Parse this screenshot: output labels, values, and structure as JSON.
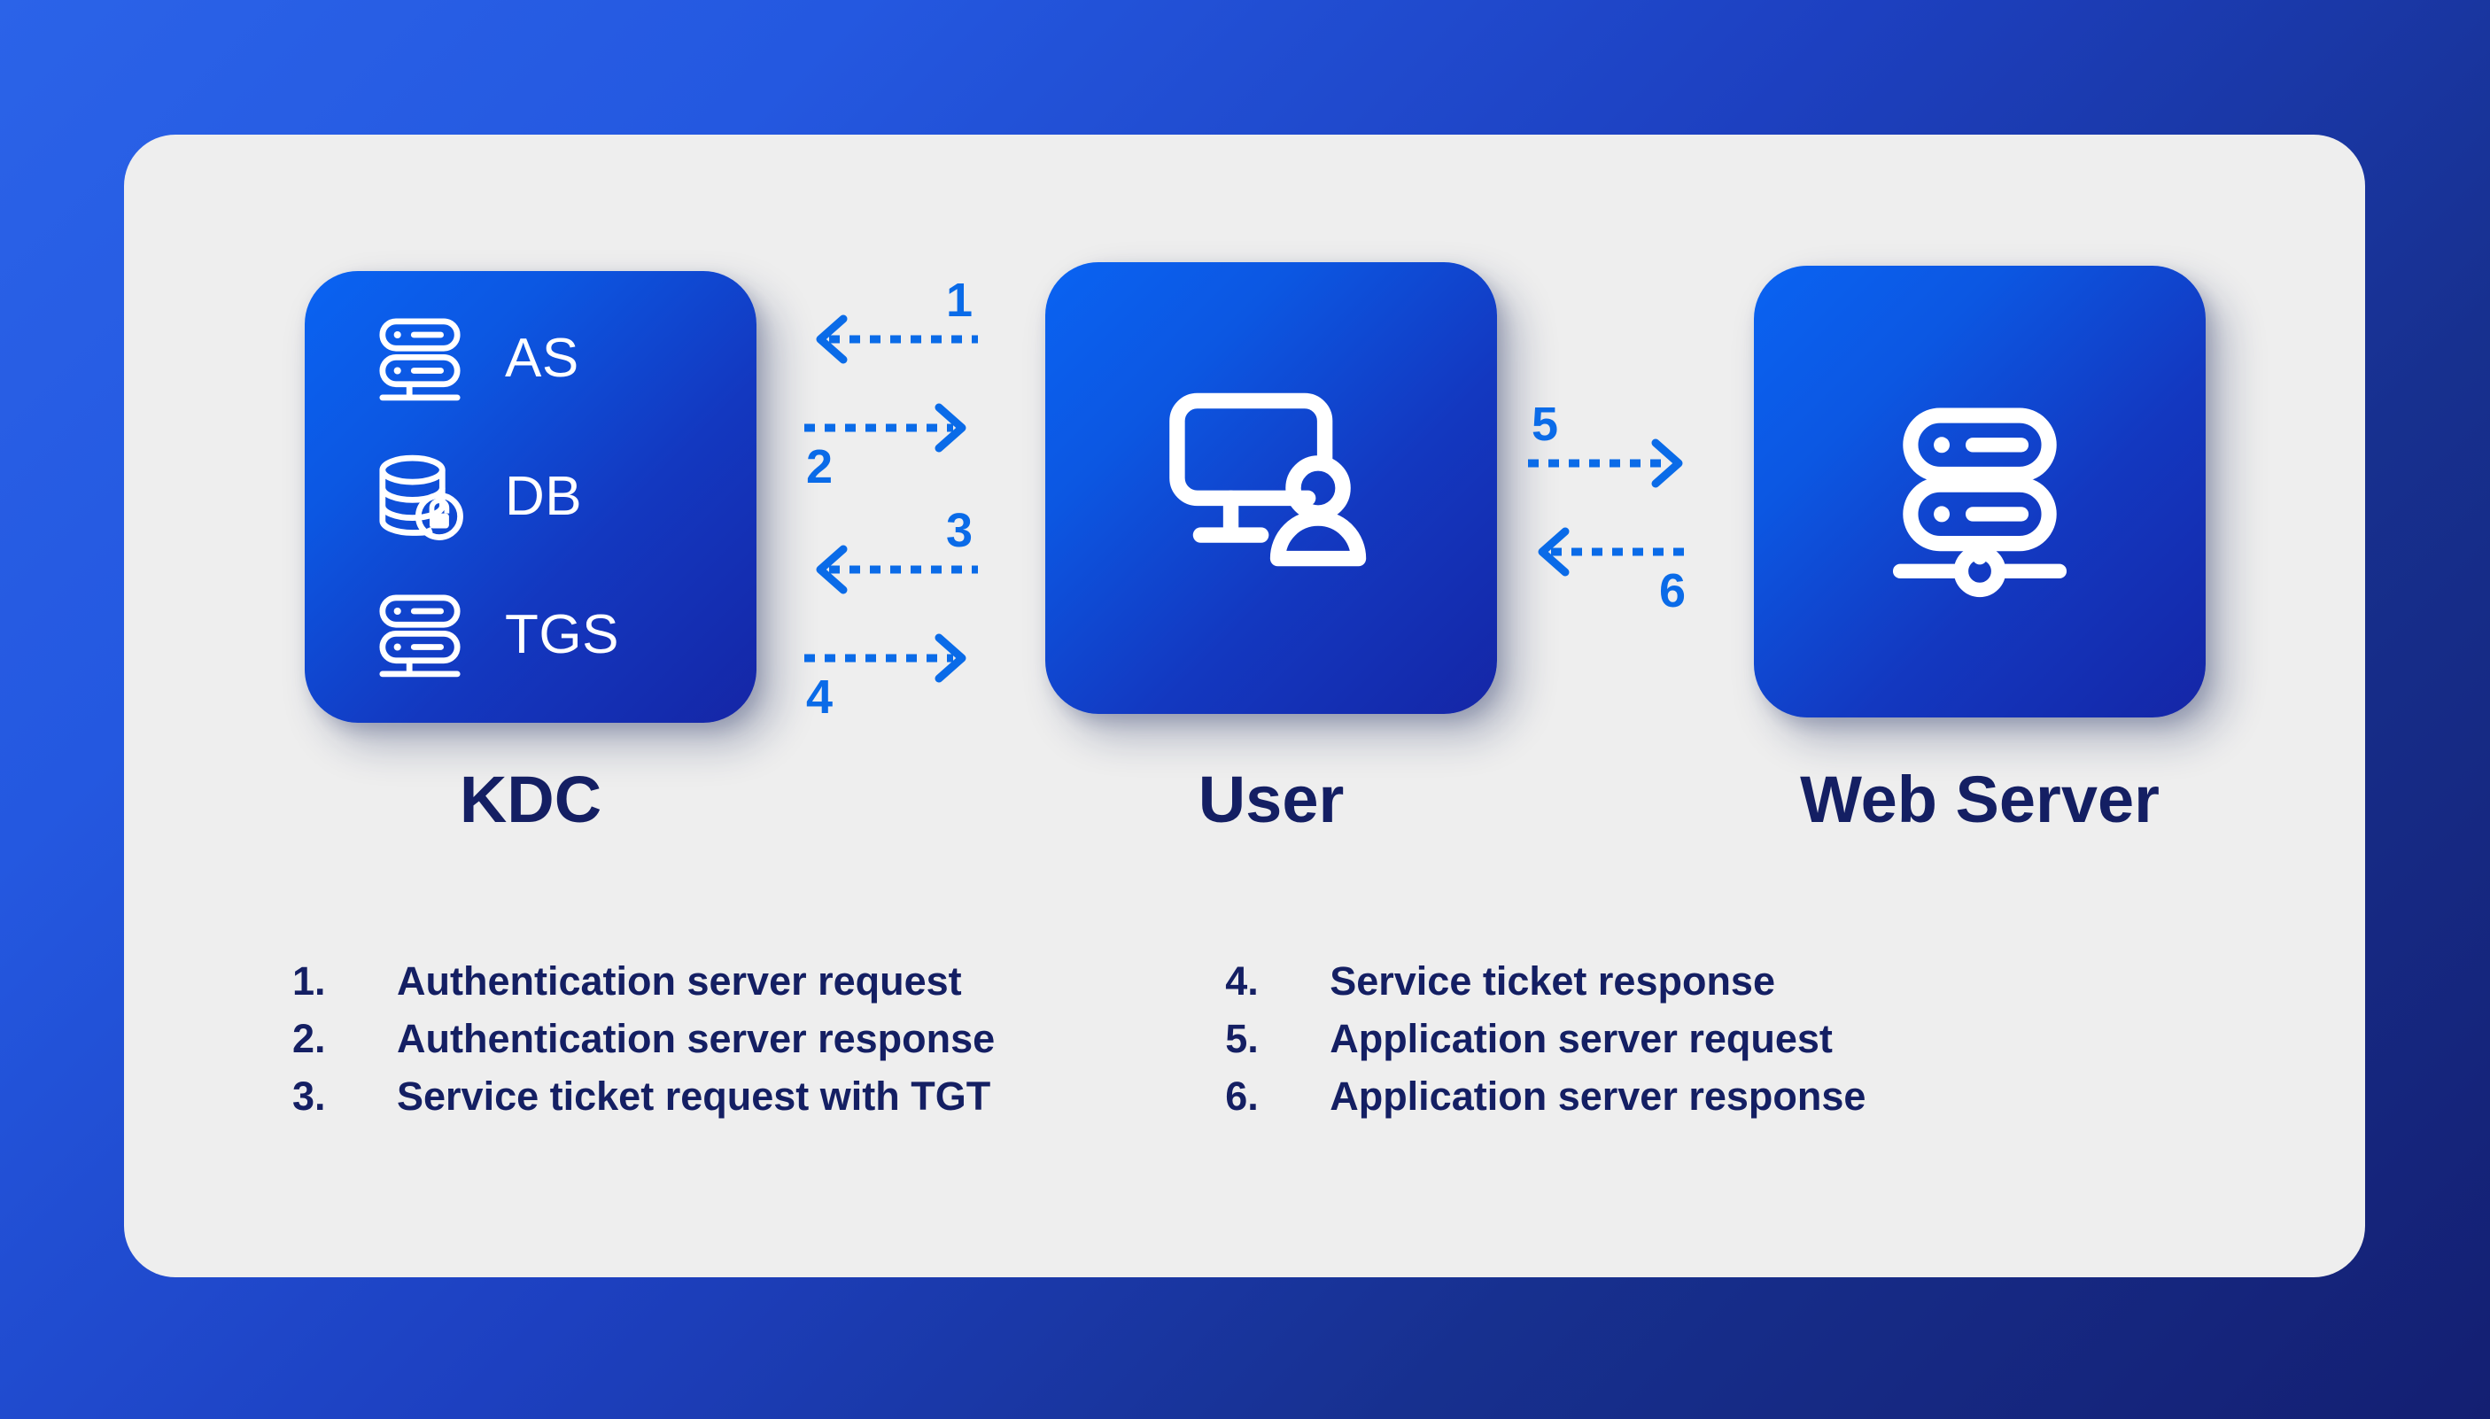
{
  "theme": {
    "background_start": "#2B63E8",
    "background_end": "#141F72",
    "panel_bg": "#EEEEEE",
    "card_gradient_start": "#0A63F2",
    "card_gradient_end": "#1526A6",
    "arrow_color": "#0A6BE8",
    "text_navy": "#141F63",
    "icon_color": "#FFFFFF"
  },
  "nodes": [
    {
      "id": "kdc",
      "caption": "KDC",
      "rows": [
        {
          "label": "AS",
          "icon": "server-rack-icon"
        },
        {
          "label": "DB",
          "icon": "database-lock-icon"
        },
        {
          "label": "TGS",
          "icon": "server-rack-icon"
        }
      ]
    },
    {
      "id": "user",
      "caption": "User",
      "icon": "desktop-user-icon"
    },
    {
      "id": "web",
      "caption": "Web Server",
      "icon": "server-network-icon"
    }
  ],
  "arrows": [
    {
      "number": "1",
      "direction": "left",
      "between": "user-to-kdc",
      "label_position": "above-right"
    },
    {
      "number": "2",
      "direction": "right",
      "between": "kdc-to-user",
      "label_position": "below-left"
    },
    {
      "number": "3",
      "direction": "left",
      "between": "user-to-kdc",
      "label_position": "above-right"
    },
    {
      "number": "4",
      "direction": "right",
      "between": "kdc-to-user",
      "label_position": "below-left"
    },
    {
      "number": "5",
      "direction": "right",
      "between": "user-to-web",
      "label_position": "above-left"
    },
    {
      "number": "6",
      "direction": "left",
      "between": "web-to-user",
      "label_position": "below-right"
    }
  ],
  "legend": {
    "left_column": [
      {
        "num": "1.",
        "text": "Authentication server request"
      },
      {
        "num": "2.",
        "text": "Authentication server response"
      },
      {
        "num": "3.",
        "text": "Service ticket request with TGT"
      }
    ],
    "right_column": [
      {
        "num": "4.",
        "text": "Service ticket response"
      },
      {
        "num": "5.",
        "text": "Application server request"
      },
      {
        "num": "6.",
        "text": "Application server response"
      }
    ]
  }
}
